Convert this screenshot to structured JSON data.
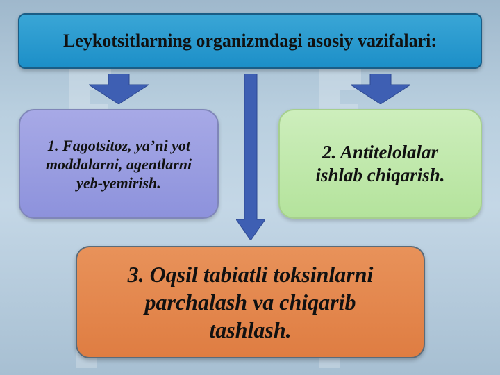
{
  "title": "Leykotsitlarning organizmdagi asosiy vazifalari:",
  "boxes": {
    "box1": "1. Fagotsitoz, ya’ni yot  moddalarni, agentlarni yeb-yemirish.",
    "box2": "2. Antitelolalar ishlab chiqarish.",
    "box3": "3. Oqsil tabiatli toksinlarni parchalash va chiqarib tashlash."
  },
  "colors": {
    "title_fill": "#1c8fc8",
    "box1_fill": "#9a9de1",
    "box2_fill": "#c2e9ac",
    "box3_fill": "#e3864d",
    "arrow_fill": "#3e5fb3"
  }
}
